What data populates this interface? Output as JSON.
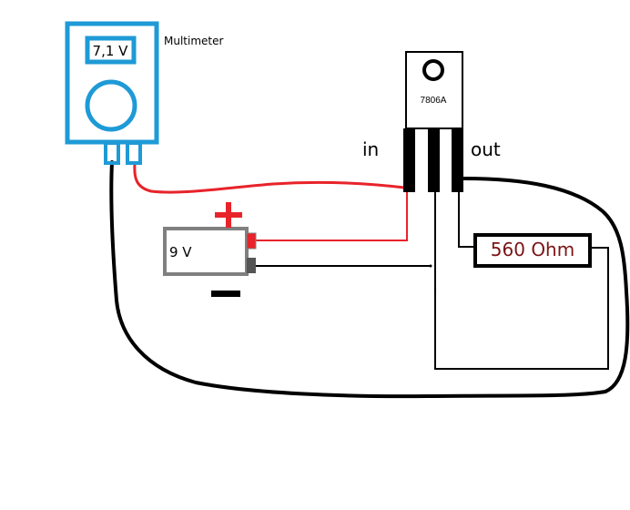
{
  "multimeter": {
    "reading": "7,1 V",
    "label": "Multimeter",
    "body_color": "#1e9ad6"
  },
  "regulator": {
    "part_number": "7806A",
    "input_label": "in",
    "output_label": "out"
  },
  "battery": {
    "voltage_label": "9 V",
    "positive_symbol": "+",
    "negative_symbol": "−",
    "positive_color": "#e8232a",
    "body_color": "#808080"
  },
  "resistor": {
    "value_label": "560 Ohm",
    "text_color": "#7a1416"
  },
  "wire_colors": {
    "positive": "#e8232a",
    "ground": "#000000"
  }
}
